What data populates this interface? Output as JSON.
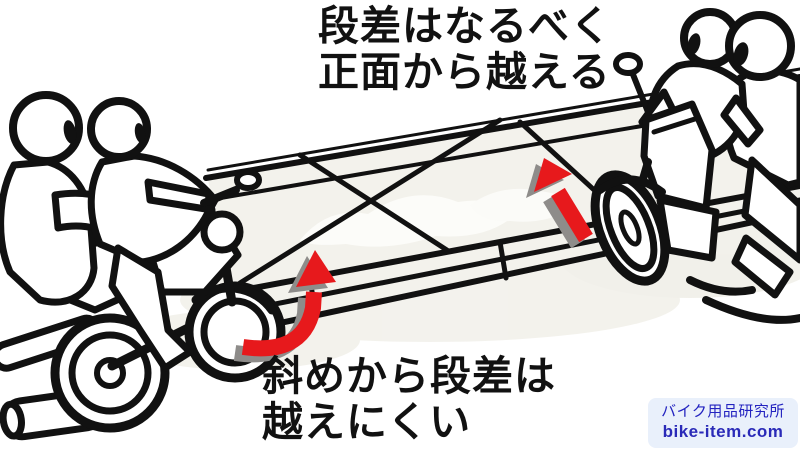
{
  "captions": {
    "front_approach": {
      "line1": "段差はなるべく",
      "line2": "正面から越える"
    },
    "diagonal_approach": {
      "line1": "斜めから段差は",
      "line2": "越えにくい"
    }
  },
  "badge": {
    "site_name": "バイク用品研究所",
    "site_url": "bike-item.com"
  },
  "icons": {
    "curved_arrow": "curved-up-arrow-icon",
    "straight_arrow": "up-left-arrow-icon",
    "left_vehicle": "motorcycle-two-riders-rear-view",
    "right_vehicle": "motorcycle-two-riders-front-view"
  },
  "colors": {
    "arrow_red": "#e7191c",
    "arrow_shadow": "#8e8c8a",
    "ink": "#111111",
    "step_fill": "#f3f2ec",
    "badge_bg": "#e9f0fb",
    "badge_text": "#2323c0"
  }
}
